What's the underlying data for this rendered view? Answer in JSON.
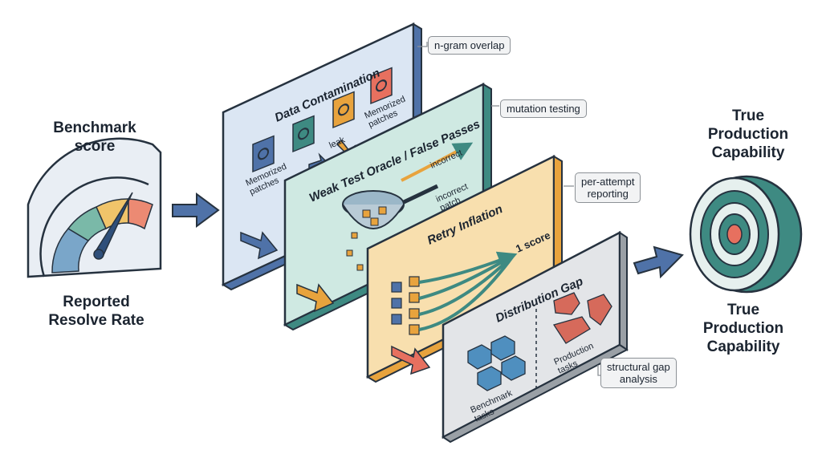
{
  "left": {
    "top_label": "Benchmark\nscore",
    "bottom_label": "Reported\nResolve Rate"
  },
  "right": {
    "top_label": "True\nProduction\nCapability",
    "bottom_label": "True\nProduction\nCapability"
  },
  "panels": [
    {
      "title": "Data Contamination",
      "labels": [
        "Memorized\npatches",
        "leak",
        "Memorized\npatches"
      ],
      "callout": "n-gram overlap",
      "color": "#dbe6f3"
    },
    {
      "title": "Weak Test Oracle / False Passes",
      "labels": [
        "incorrect",
        "incorrect\npatch"
      ],
      "callout": "mutation testing",
      "color": "#cfe9e2"
    },
    {
      "title": "Retry Inflation",
      "labels": [
        "1 score"
      ],
      "callout": "per-attempt\nreporting",
      "color": "#f8dfae"
    },
    {
      "title": "Distribution Gap",
      "labels": [
        "Benchmark\ntasks",
        "Production\ntasks"
      ],
      "callout": "structural gap\nanalysis",
      "color": "#e3e5e8"
    }
  ],
  "colors": {
    "blue": "#4f72a8",
    "teal": "#3e8a82",
    "orange": "#e8a33d",
    "red": "#e7705f",
    "gray": "#9aa0a6",
    "outline": "#26323f"
  }
}
